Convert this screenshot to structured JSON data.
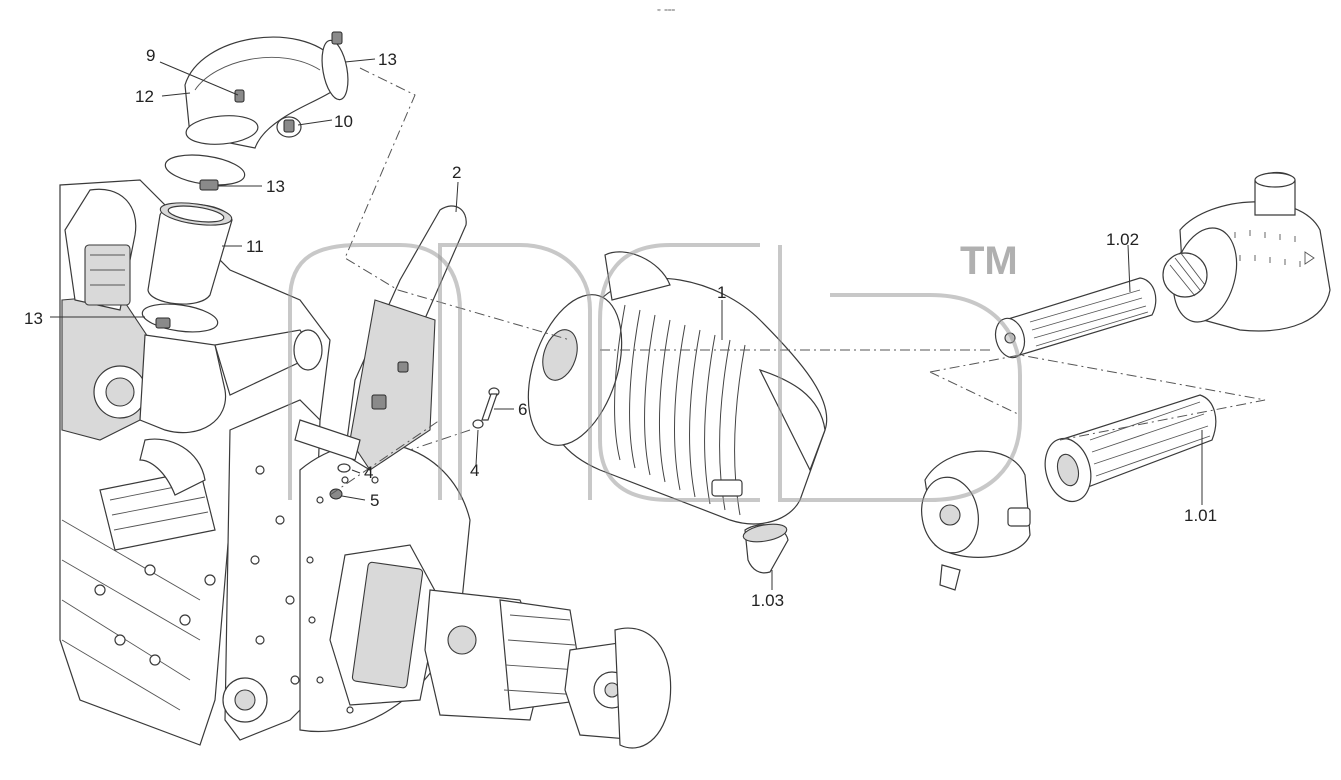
{
  "header_mark": "≈ ===",
  "watermark": {
    "trademark": "TM"
  },
  "callouts": {
    "c9": "9",
    "c12": "12",
    "c13a": "13",
    "c10": "10",
    "c13b": "13",
    "c11": "11",
    "c13c": "13",
    "c2": "2",
    "c1": "1",
    "c6": "6",
    "c4a": "4",
    "c4b": "4",
    "c5": "5",
    "c103": "1.03",
    "c102": "1.02",
    "c101": "1.01"
  }
}
